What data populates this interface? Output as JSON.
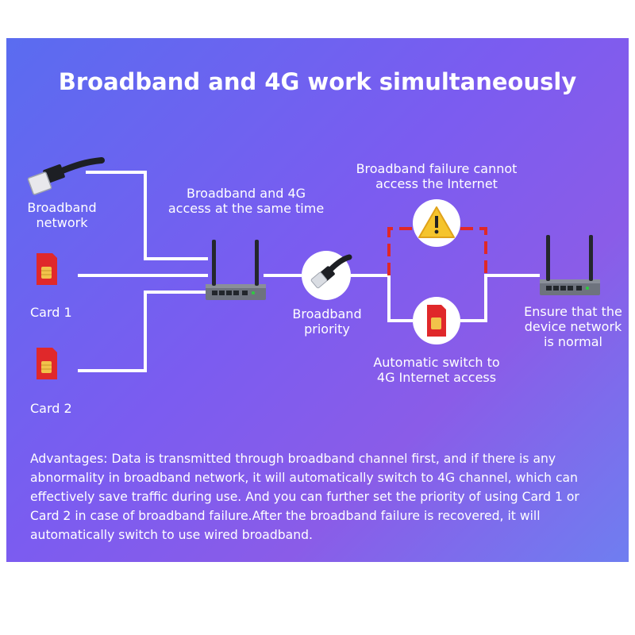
{
  "title": "Broadband and 4G work simultaneously",
  "labels": {
    "broadband_network": "Broadband\nnetwork",
    "card1": "Card 1",
    "card2": "Card 2",
    "access_same_time": "Broadband and 4G\naccess at the same time",
    "broadband_failure": "Broadband failure cannot\naccess the Internet",
    "broadband_priority": "Broadband\npriority",
    "auto_switch": "Automatic switch to\n4G Internet access",
    "ensure_normal": "Ensure that the\ndevice network\nis normal"
  },
  "advantages": "Advantages: Data is transmitted through broadband channel first, and if there is any abnormality in broadband network, it will automatically switch to 4G channel, which can effectively save traffic during use. And you can further set the priority of using Card 1 or Card 2 in case of broadband failure.After the broadband failure is recovered, it will automatically switch to use wired broadband.",
  "icons": {
    "ethernet_plug": "ethernet-plug-icon",
    "sim_card": "sim-card-icon",
    "router": "router-icon",
    "warning": "warning-icon"
  },
  "colors": {
    "background": "#6a66ee",
    "line": "#ffffff",
    "failure_path": "#e02828",
    "sim_red": "#e0282a",
    "sim_chip": "#f2c24a",
    "warning_yellow": "#f5c42c"
  }
}
